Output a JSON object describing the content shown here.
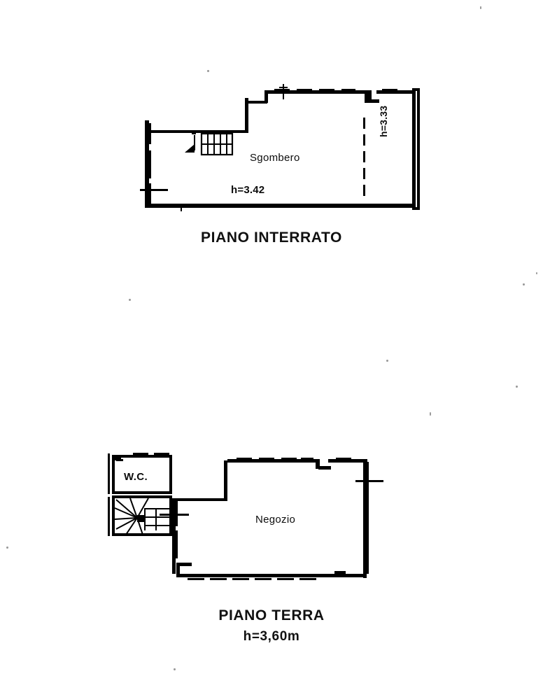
{
  "document": {
    "kind": "floor-plan-sheet",
    "language": "it",
    "background_color": "#ffffff",
    "ink_color": "#000000"
  },
  "plans": [
    {
      "id": "piano-interrato",
      "caption": "PIANO INTERRATO",
      "caption_sub": "",
      "rooms": [
        {
          "id": "sgombero",
          "label": "Sgombero",
          "height_label": "h=3.42"
        },
        {
          "id": "vano-destro",
          "label": "",
          "height_label": "h=3.33"
        }
      ],
      "features": [
        {
          "id": "staircase-straight",
          "type": "stair-straight",
          "steps": 5,
          "direction_arrow": "up"
        },
        {
          "id": "partition-dashed",
          "type": "dashed-partition"
        }
      ]
    },
    {
      "id": "piano-terra",
      "caption": "PIANO TERRA",
      "caption_sub": "h=3,60m",
      "rooms": [
        {
          "id": "wc",
          "label": "W.C.",
          "height_label": ""
        },
        {
          "id": "negozio",
          "label": "Negozio",
          "height_label": ""
        }
      ],
      "features": [
        {
          "id": "staircase-winder",
          "type": "stair-winder",
          "steps": 9,
          "direction_arrow": "up"
        }
      ]
    }
  ],
  "labels": {
    "sgombero": "Sgombero",
    "h_interrato_main": "h=3.42",
    "h_interrato_right": "h=3.33",
    "piano_interrato": "PIANO INTERRATO",
    "wc": "W.C.",
    "negozio": "Negozio",
    "piano_terra": "PIANO TERRA",
    "h_terra": "h=3,60m"
  },
  "colors": {
    "ink": "#000000",
    "paper": "#ffffff",
    "speck": "#9a9a9a"
  }
}
